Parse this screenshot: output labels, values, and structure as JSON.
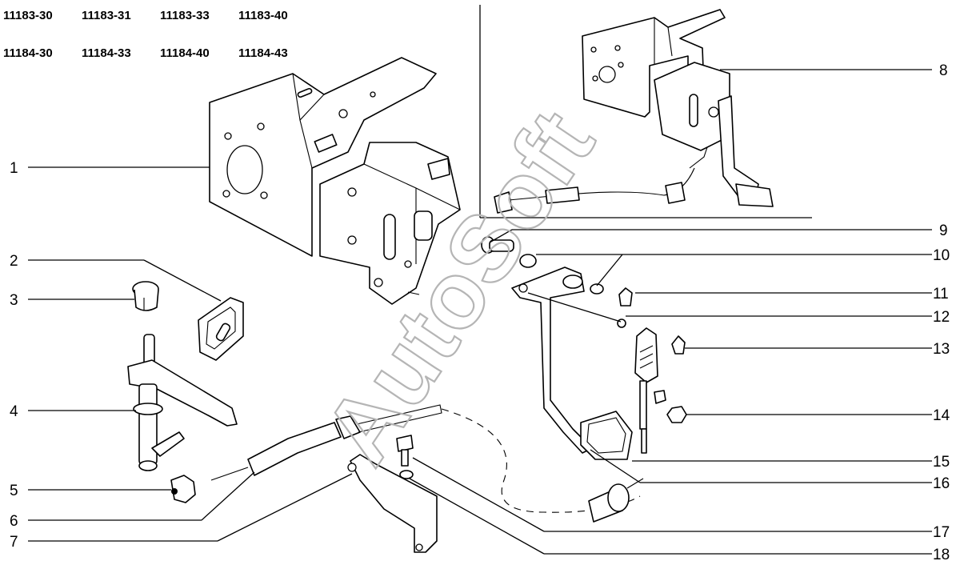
{
  "models": {
    "row1": [
      "11183-30",
      "11183-31",
      "11183-33",
      "11183-40"
    ],
    "row2": [
      "11184-30",
      "11184-33",
      "11184-40",
      "11184-43"
    ]
  },
  "callouts": [
    "1",
    "2",
    "3",
    "4",
    "5",
    "6",
    "7",
    "8",
    "9",
    "10",
    "11",
    "12",
    "13",
    "14",
    "15",
    "16",
    "17",
    "18"
  ],
  "watermark": "AutoSoft"
}
